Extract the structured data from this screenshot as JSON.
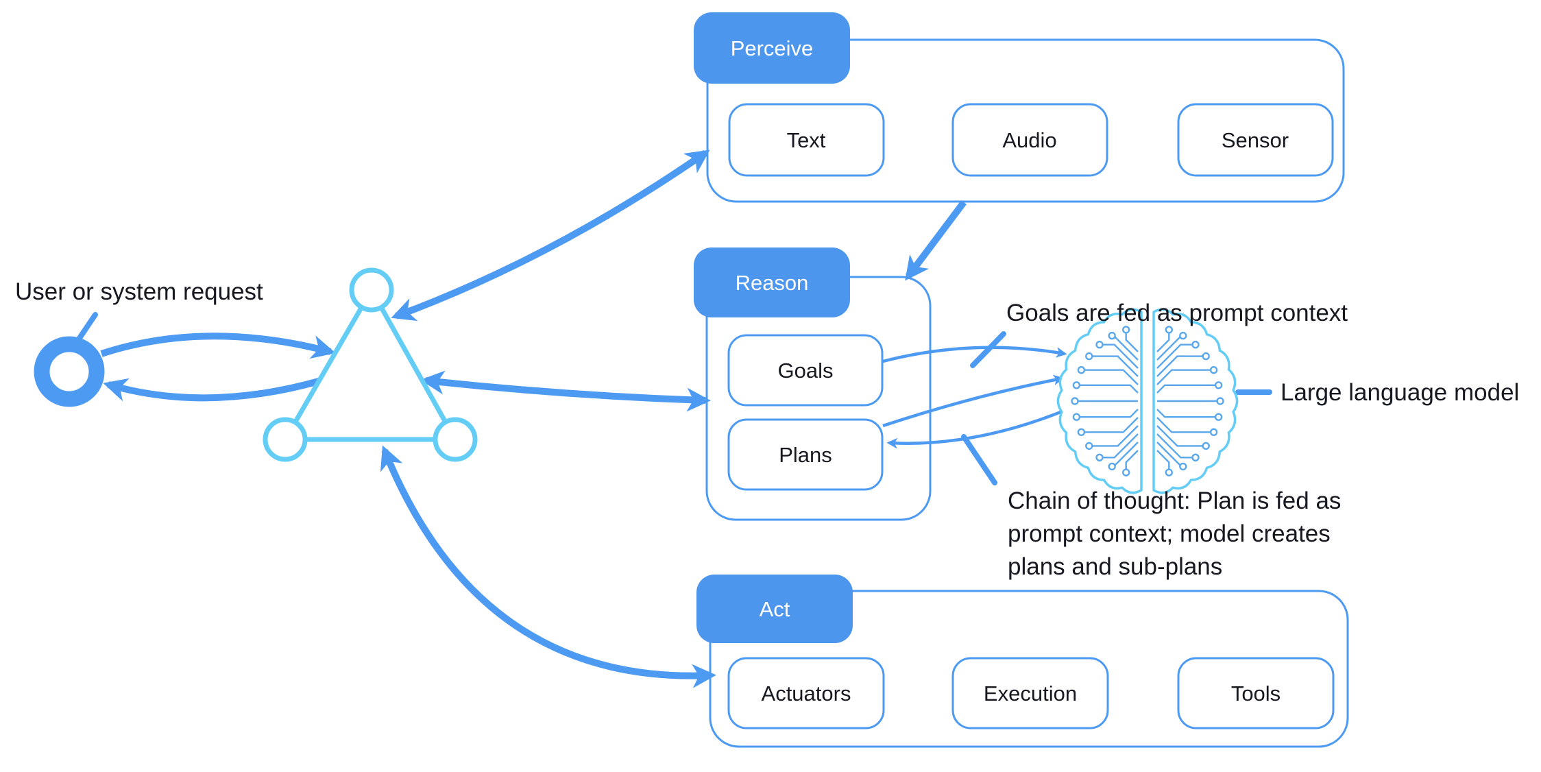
{
  "page": {
    "background": "#ffffff"
  },
  "colors": {
    "arrow_blue": "#4D9AF2",
    "tab_blue": "#4D96EE",
    "outline_blue": "#4D9AF2",
    "agent_cyan": "#63CDF5",
    "brain_trace_blue": "#5AA7EC",
    "text": "#16191F",
    "white": "#FFFFFF"
  },
  "request": {
    "label": "User or system request",
    "icon": "request-circle-icon"
  },
  "agent": {
    "icon": "agent-triangle-icon"
  },
  "groups": {
    "perceive": {
      "label": "Perceive",
      "items": [
        "Text",
        "Audio",
        "Sensor"
      ]
    },
    "reason": {
      "label": "Reason",
      "items": [
        "Goals",
        "Plans"
      ]
    },
    "act": {
      "label": "Act",
      "items": [
        "Actuators",
        "Execution",
        "Tools"
      ]
    }
  },
  "llm": {
    "label": "Large language model",
    "icon": "brain-icon"
  },
  "annotations": {
    "goals_note": "Goals are fed as prompt context",
    "cot_note_line1": "Chain of thought: Plan is fed as",
    "cot_note_line2": "prompt context; model creates",
    "cot_note_line3": "plans and sub-plans"
  }
}
